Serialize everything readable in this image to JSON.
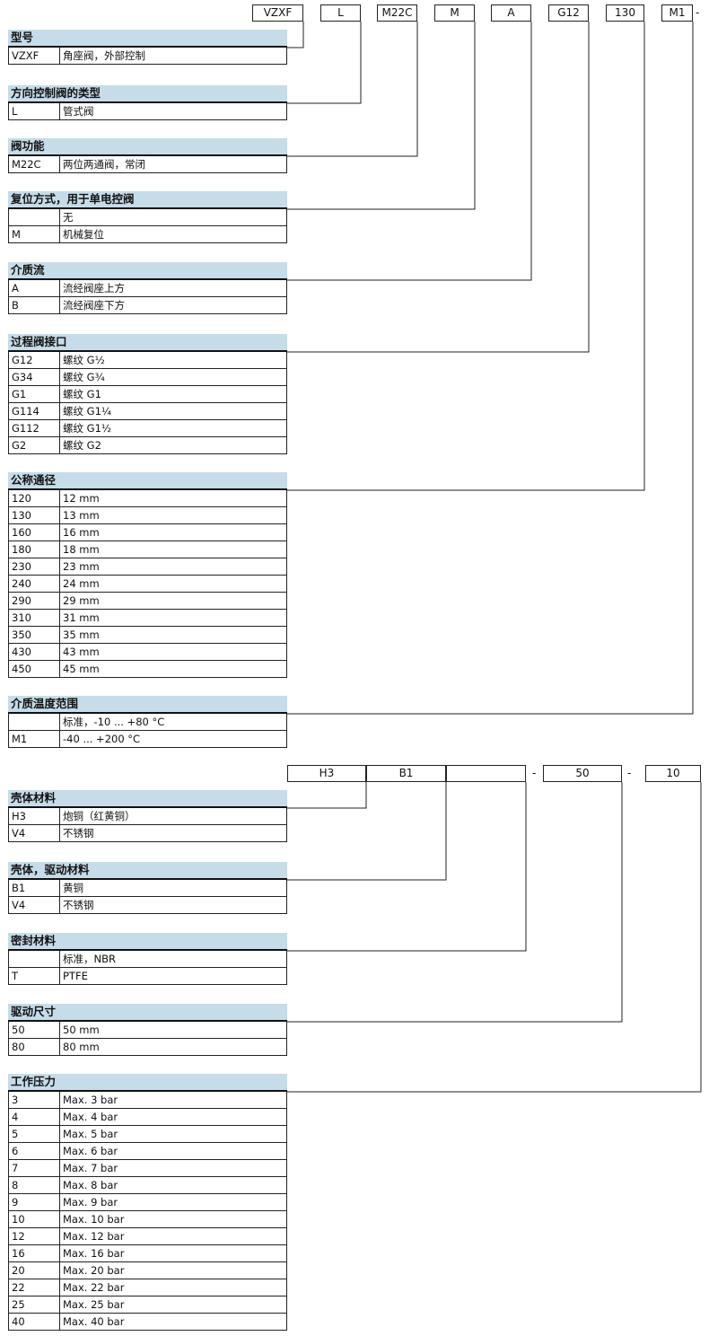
{
  "code_row_1": {
    "segments": [
      "VZXF",
      "L",
      "M22C",
      "M",
      "A",
      "G12",
      "130",
      "M1"
    ],
    "trailing_dash": "-"
  },
  "code_row_2": {
    "segments": [
      "H3",
      "B1",
      "",
      "50",
      "10"
    ],
    "separators": [
      "-",
      "-"
    ]
  },
  "groups": [
    {
      "title": "型号",
      "rows": [
        {
          "code": "VZXF",
          "desc": "角座阀，外部控制"
        }
      ]
    },
    {
      "title": "方向控制阀的类型",
      "rows": [
        {
          "code": "L",
          "desc": "管式阀"
        }
      ]
    },
    {
      "title": "阀功能",
      "rows": [
        {
          "code": "M22C",
          "desc": "两位两通阀，常闭"
        }
      ]
    },
    {
      "title": "复位方式，用于单电控阀",
      "rows": [
        {
          "code": "",
          "desc": "无"
        },
        {
          "code": "M",
          "desc": "机械复位"
        }
      ]
    },
    {
      "title": "介质流",
      "rows": [
        {
          "code": "A",
          "desc": "流经阀座上方"
        },
        {
          "code": "B",
          "desc": "流经阀座下方"
        }
      ]
    },
    {
      "title": "过程阀接口",
      "rows": [
        {
          "code": "G12",
          "desc": "螺纹 G½"
        },
        {
          "code": "G34",
          "desc": "螺纹 G¾"
        },
        {
          "code": "G1",
          "desc": "螺纹 G1"
        },
        {
          "code": "G114",
          "desc": "螺纹 G1¼"
        },
        {
          "code": "G112",
          "desc": "螺纹 G1½"
        },
        {
          "code": "G2",
          "desc": "螺纹 G2"
        }
      ]
    },
    {
      "title": "公称通径",
      "rows": [
        {
          "code": "120",
          "desc": "12 mm"
        },
        {
          "code": "130",
          "desc": "13 mm"
        },
        {
          "code": "160",
          "desc": "16 mm"
        },
        {
          "code": "180",
          "desc": "18 mm"
        },
        {
          "code": "230",
          "desc": "23 mm"
        },
        {
          "code": "240",
          "desc": "24 mm"
        },
        {
          "code": "290",
          "desc": "29 mm"
        },
        {
          "code": "310",
          "desc": "31 mm"
        },
        {
          "code": "350",
          "desc": "35 mm"
        },
        {
          "code": "430",
          "desc": "43 mm"
        },
        {
          "code": "450",
          "desc": "45 mm"
        }
      ]
    },
    {
      "title": "介质温度范围",
      "rows": [
        {
          "code": "",
          "desc": "标准，-10 ... +80 °C"
        },
        {
          "code": "M1",
          "desc": "-40 ... +200 °C"
        }
      ]
    },
    {
      "title": "壳体材料",
      "rows": [
        {
          "code": "H3",
          "desc": "炮铜（红黄铜）"
        },
        {
          "code": "V4",
          "desc": "不锈钢"
        }
      ]
    },
    {
      "title": "壳体，驱动材料",
      "rows": [
        {
          "code": "B1",
          "desc": "黄铜"
        },
        {
          "code": "V4",
          "desc": "不锈钢"
        }
      ]
    },
    {
      "title": "密封材料",
      "rows": [
        {
          "code": "",
          "desc": "标准，NBR"
        },
        {
          "code": "T",
          "desc": "PTFE"
        }
      ]
    },
    {
      "title": "驱动尺寸",
      "rows": [
        {
          "code": "50",
          "desc": "50 mm"
        },
        {
          "code": "80",
          "desc": "80 mm"
        }
      ]
    },
    {
      "title": "工作压力",
      "rows": [
        {
          "code": "3",
          "desc": "Max. 3 bar"
        },
        {
          "code": "4",
          "desc": "Max. 4 bar"
        },
        {
          "code": "5",
          "desc": "Max. 5 bar"
        },
        {
          "code": "6",
          "desc": "Max. 6 bar"
        },
        {
          "code": "7",
          "desc": "Max. 7 bar"
        },
        {
          "code": "8",
          "desc": "Max. 8 bar"
        },
        {
          "code": "9",
          "desc": "Max. 9 bar"
        },
        {
          "code": "10",
          "desc": "Max. 10 bar"
        },
        {
          "code": "12",
          "desc": "Max. 12 bar"
        },
        {
          "code": "16",
          "desc": "Max. 16 bar"
        },
        {
          "code": "20",
          "desc": "Max. 20 bar"
        },
        {
          "code": "22",
          "desc": "Max. 22 bar"
        },
        {
          "code": "25",
          "desc": "Max. 25 bar"
        },
        {
          "code": "40",
          "desc": "Max. 40 bar"
        }
      ]
    }
  ],
  "colors": {
    "header_fill": "#c6dce9",
    "line": "#222222"
  }
}
